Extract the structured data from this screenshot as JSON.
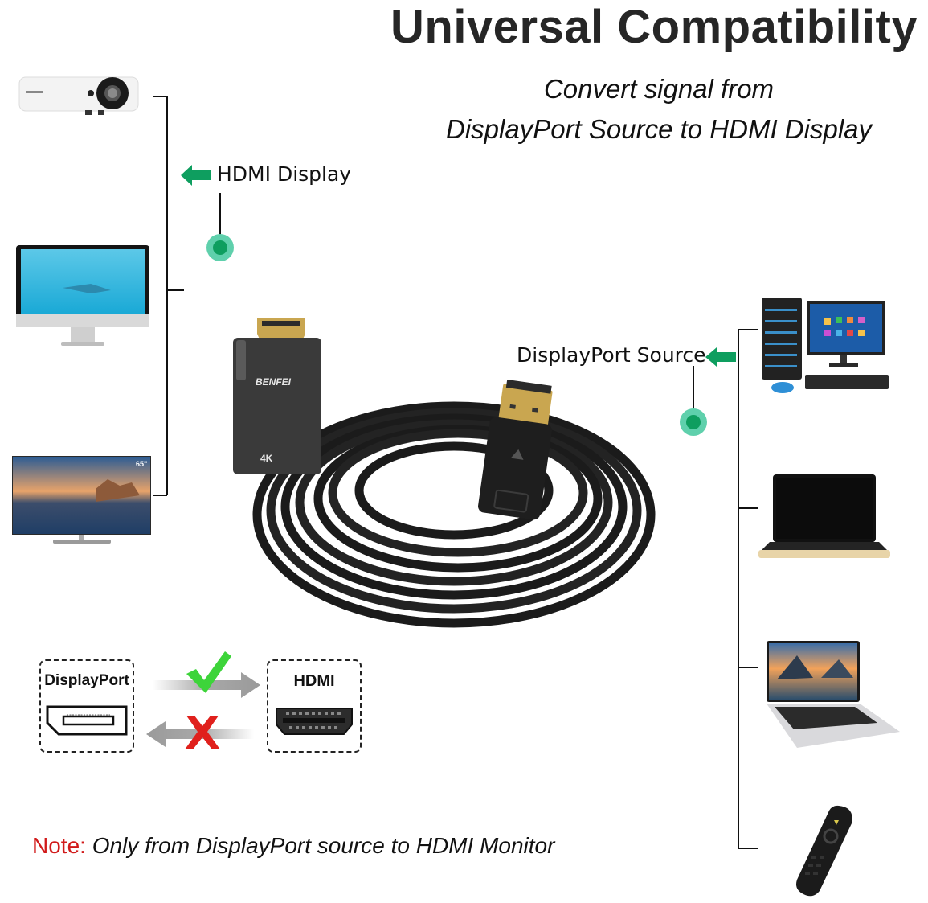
{
  "header": {
    "title": "Universal Compatibility",
    "subtitle_line1": "Convert signal from",
    "subtitle_line2": "DisplayPort Source to HDMI Display"
  },
  "labels": {
    "hdmi_display": "HDMI Display",
    "displayport_source": "DisplayPort Source"
  },
  "cable": {
    "brand": "BENFEI",
    "resolution_badge": "4K"
  },
  "left_devices": [
    {
      "name": "projector"
    },
    {
      "name": "desktop-monitor"
    },
    {
      "name": "tv",
      "badge": "65\""
    }
  ],
  "right_devices": [
    {
      "name": "desktop-pc"
    },
    {
      "name": "laptop-gold"
    },
    {
      "name": "laptop-silver"
    },
    {
      "name": "remote-control"
    }
  ],
  "direction_diagram": {
    "source_label": "DisplayPort",
    "target_label": "HDMI",
    "forward_status": "check",
    "reverse_status": "cross"
  },
  "note": {
    "prefix": "Note:",
    "text": " Only from DisplayPort source to HDMI Monitor"
  },
  "colors": {
    "accent_green": "#0e9e5f",
    "dot_ring": "#5fd0ac",
    "check_green": "#3dd43a",
    "cross_red": "#e0201c",
    "note_red": "#d11a1a",
    "title_gray": "#262626"
  }
}
